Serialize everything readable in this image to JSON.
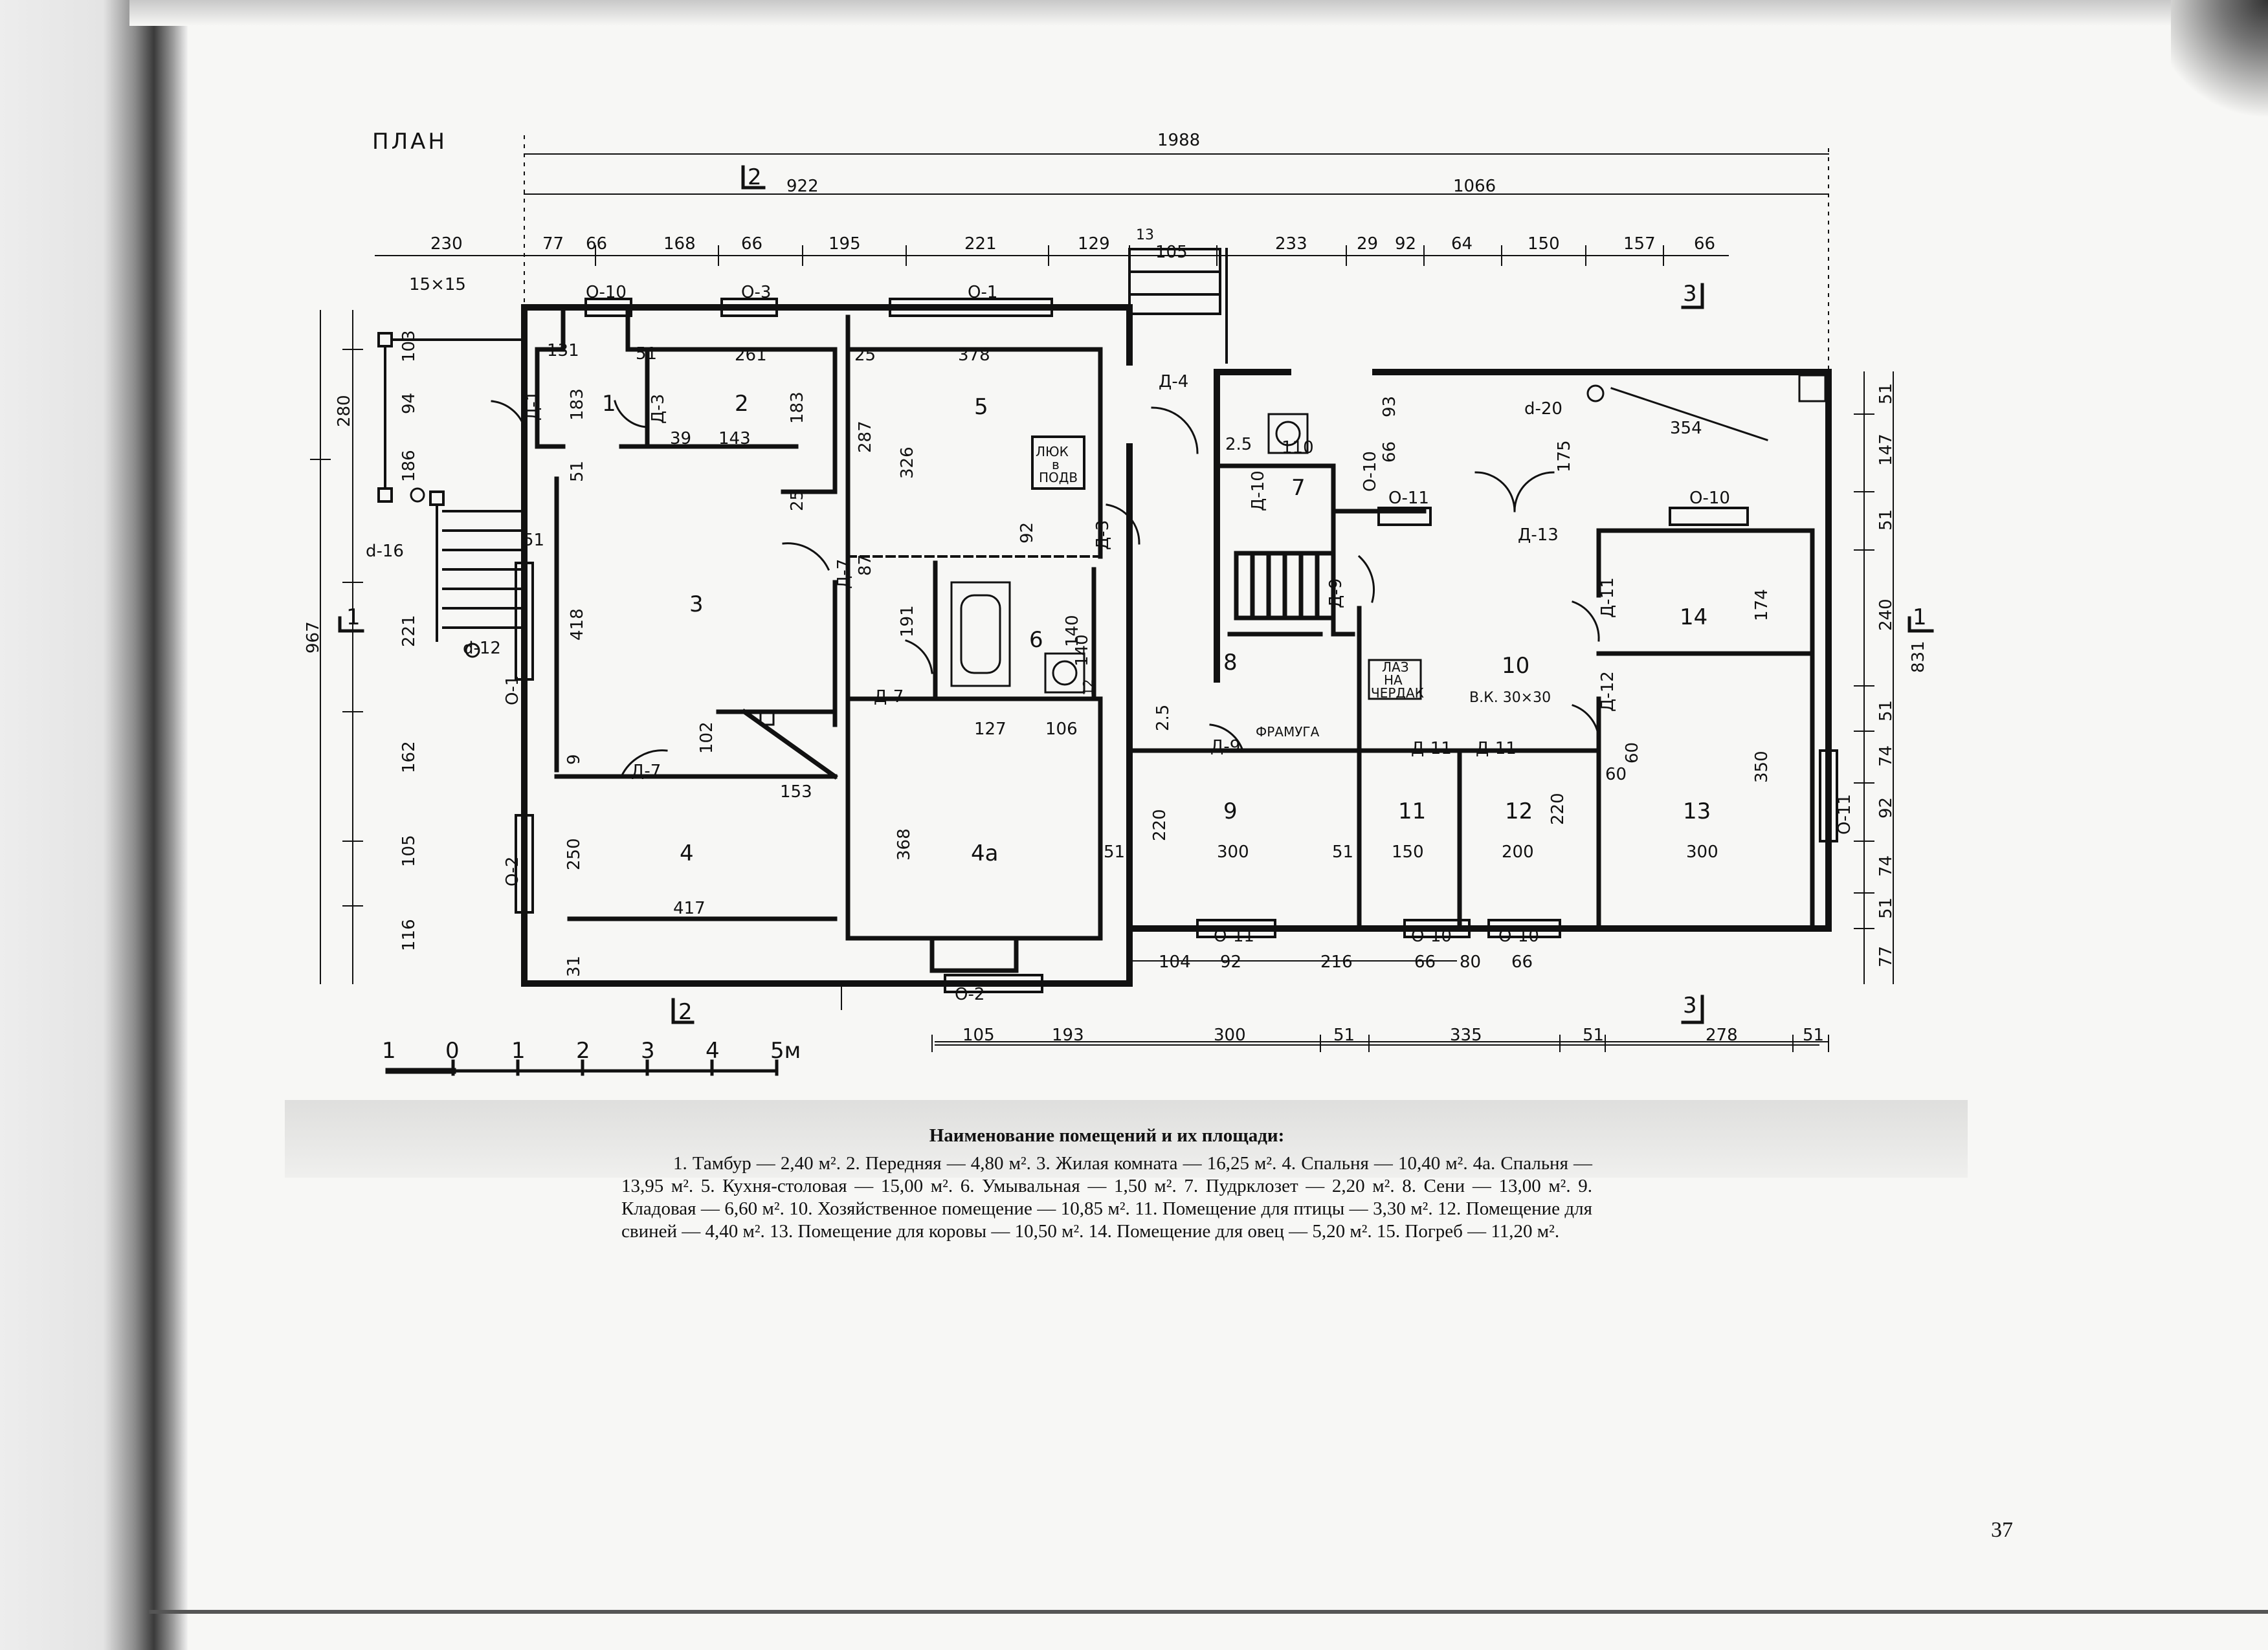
{
  "plan_title": "ПЛАН",
  "dimensions": {
    "overall_length": "1988",
    "left_block_length": "922",
    "right_block_length": "1066",
    "overall_width": "967",
    "right_block_width": "831",
    "top_chain": [
      "230",
      "77",
      "66",
      "168",
      "66",
      "195",
      "221",
      "129",
      "13",
      "105",
      "233",
      "29",
      "92",
      "64",
      "150",
      "157",
      "66"
    ],
    "bottom_chain": [
      "105",
      "193",
      "300",
      "51",
      "335",
      "51",
      "278",
      "51"
    ],
    "bottom_inner_chain": [
      "104",
      "92",
      "216",
      "66",
      "80",
      "66"
    ],
    "left_chain": [
      "280",
      "94",
      "103",
      "186",
      "221",
      "162",
      "105",
      "116"
    ],
    "right_chain": [
      "51",
      "147",
      "51",
      "240",
      "51",
      "74",
      "92",
      "74",
      "51",
      "77"
    ],
    "interior": [
      "131",
      "51",
      "261",
      "25",
      "378",
      "183",
      "183",
      "39",
      "143",
      "287",
      "326",
      "25",
      "51",
      "140",
      "51",
      "418",
      "92",
      "87",
      "191",
      "140",
      "12",
      "127",
      "106",
      "102",
      "9",
      "153",
      "417",
      "250",
      "31",
      "368",
      "51",
      "2.5",
      "220",
      "300",
      "51",
      "150",
      "200",
      "300",
      "220",
      "350",
      "93",
      "66",
      "110",
      "2.5",
      "354",
      "175",
      "174",
      "60",
      "60",
      "15×15"
    ]
  },
  "rooms": [
    "1",
    "2",
    "3",
    "4",
    "4а",
    "5",
    "6",
    "7",
    "8",
    "9",
    "10",
    "11",
    "12",
    "13",
    "14"
  ],
  "doors": [
    "Д-1",
    "Д-3",
    "Д-4",
    "Д-3",
    "Д-7",
    "Д-7",
    "Д-7",
    "Д-9",
    "Д-9",
    "Д-10",
    "Д-11",
    "Д-11",
    "Д-11",
    "Д-12",
    "Д-13"
  ],
  "windows": [
    "О-10",
    "О-3",
    "О-1",
    "О-1",
    "О-2",
    "О-2",
    "О-11",
    "О-10",
    "О-10",
    "О-10",
    "О-10",
    "О-11",
    "О-11"
  ],
  "notes": {
    "cellar_hatch": [
      "ЛЮК",
      "в",
      "ПОДВ"
    ],
    "attic_hatch": [
      "ЛАЗ",
      "НА",
      "ЧЕРДАК"
    ],
    "vent": "В.К. 30×30",
    "transom": "ФРАМУГА",
    "posts": [
      "d-16",
      "d-12",
      "d-20"
    ]
  },
  "section_marks": [
    "1",
    "1",
    "2",
    "2",
    "3",
    "3"
  ],
  "scale_bar": {
    "labels": [
      "1",
      "0",
      "1",
      "2",
      "3",
      "4",
      "5м"
    ]
  },
  "caption": {
    "title": "Наименование помещений и их площади:",
    "body": "1. Тамбур — 2,40 м². 2. Передняя — 4,80 м². 3. Жилая комната — 16,25 м². 4. Спальня — 10,40 м². 4а. Спальня — 13,95 м². 5. Кухня-столовая — 15,00 м². 6. Умывальная — 1,50 м². 7. Пудрклозет — 2,20 м². 8. Сени — 13,00 м². 9. Кладовая — 6,60 м². 10. Хозяйственное помещение — 10,85 м². 11. Помещение для птицы — 3,30 м². 12. Помещение для свиней — 4,40 м². 13. Помещение для коровы — 10,50 м². 14. Помещение для овец — 5,20 м². 15. Погреб — 11,20 м²."
  },
  "page_number": "37"
}
